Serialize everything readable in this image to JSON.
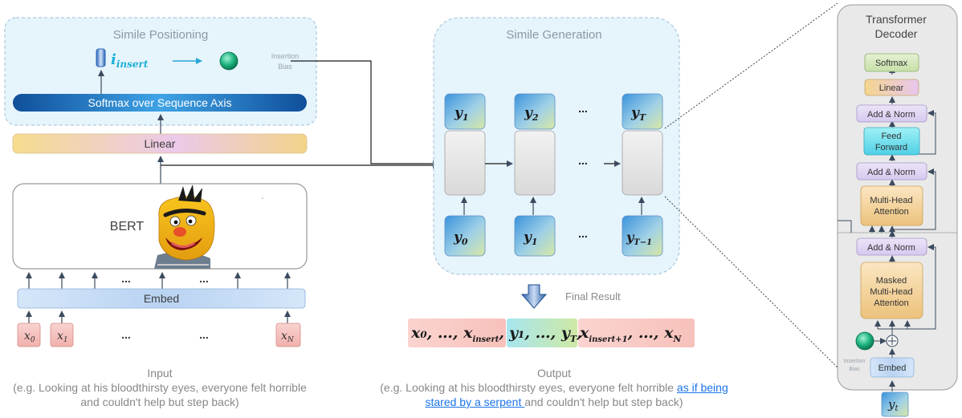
{
  "simile_positioning": {
    "title": "Simile Positioning",
    "insert_symbol": "i",
    "insert_subscript": "insert",
    "insertion_bias_line1": "Insertion",
    "insertion_bias_line2": "Bias",
    "softmax": "Softmax over Sequence Axis"
  },
  "linear": "Linear",
  "bert": "BERT",
  "embed": "Embed",
  "ellipsis": "...",
  "inputs": [
    {
      "base": "x",
      "sub": "0"
    },
    {
      "base": "x",
      "sub": "1"
    },
    {
      "base": "x",
      "sub": "N"
    }
  ],
  "input_caption": {
    "title": "Input",
    "text": "(e.g. Looking at his bloodthirsty eyes, everyone felt horrible and couldn't help but step back)"
  },
  "simile_generation": {
    "title": "Simile Generation",
    "top_tokens": [
      {
        "base": "y",
        "sub": "1"
      },
      {
        "base": "y",
        "sub": "2"
      },
      {
        "base": "y",
        "sub": "T"
      }
    ],
    "bottom_tokens": [
      {
        "base": "y",
        "sub": "0"
      },
      {
        "base": "y",
        "sub": "1"
      },
      {
        "base": "y",
        "sub": "T−1"
      }
    ]
  },
  "final_result": {
    "label": "Final Result",
    "part1": "x₀, …, x",
    "part1_sub": "insert",
    "part2": "y₁, …, y",
    "part2_sub": "T",
    "part3": "x",
    "part3_sub": "insert+1",
    "part3_tail": ", …, x",
    "part3_tail_sub": "N"
  },
  "output_caption": {
    "title": "Output",
    "text_before": "(e.g. Looking at his bloodthirsty eyes, everyone felt horrible ",
    "highlight": "as if being stared by a serpent ",
    "text_after": "and couldn't help but step back)"
  },
  "transformer_decoder": {
    "title_line1": "Transformer",
    "title_line2": "Decoder",
    "softmax": "Softmax",
    "linear": "Linear",
    "add_norm": "Add & Norm",
    "feed_forward_line1": "Feed",
    "feed_forward_line2": "Forward",
    "mha_line1": "Multi-Head",
    "mha_line2": "Attention",
    "masked_line1": "Masked",
    "masked_line2": "Multi-Head",
    "masked_line3": "Attention",
    "insertion_bias_line1": "Insertion",
    "insertion_bias_line2": "Bias",
    "embed": "Embed",
    "input_token": {
      "base": "y",
      "sub": "t"
    }
  },
  "colors": {
    "panel_bg": "#e6f4fb",
    "panel_border": "#9bbfd6",
    "linear_gradient": [
      "#f6dc8e",
      "#e7c4ef"
    ],
    "softmax_blue": "#1b74c8",
    "embed_blue": "#c7dcf5",
    "token_pink": "#f5c4c0",
    "decoder_gray": "#e6e6e6",
    "arrow": "#3b4a5e"
  }
}
